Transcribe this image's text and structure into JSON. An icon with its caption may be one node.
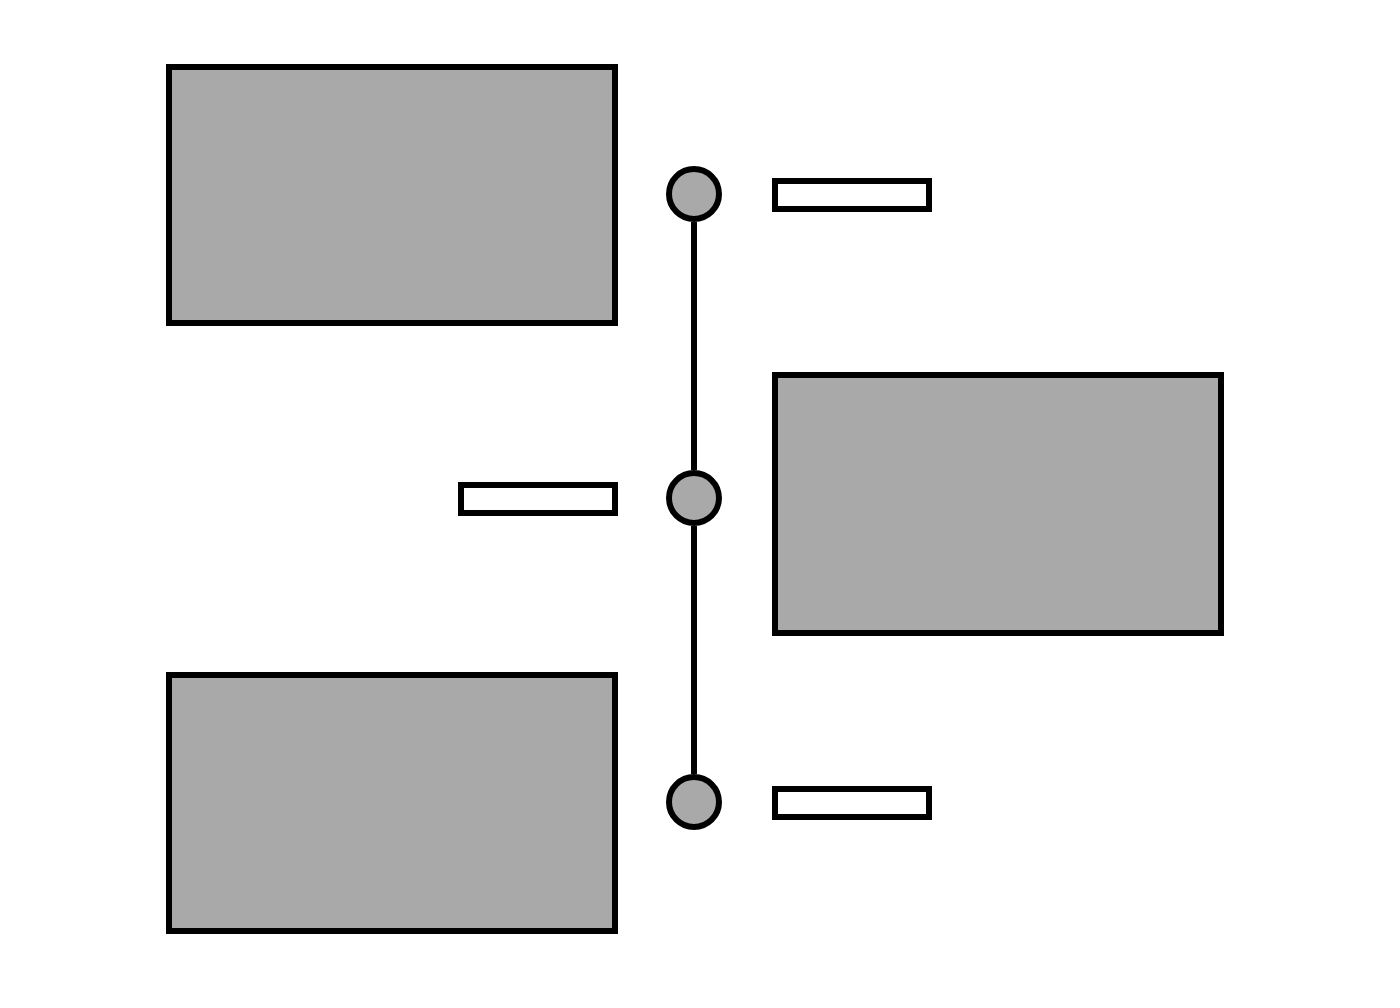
{
  "diagram": {
    "nodes": [
      {
        "text": [],
        "shape": "box"
      },
      {
        "text": [],
        "shape": "circle"
      },
      {
        "text": [],
        "shape": "bar"
      },
      {
        "text": [],
        "shape": "bar"
      },
      {
        "text": [],
        "shape": "circle"
      },
      {
        "text": [],
        "shape": "box"
      },
      {
        "text": [],
        "shape": "box"
      },
      {
        "text": [],
        "shape": "circle"
      },
      {
        "text": [],
        "shape": "bar"
      }
    ],
    "edges": [
      {
        "from": 1,
        "to": 4,
        "arrow": "none"
      },
      {
        "from": 4,
        "to": 7,
        "arrow": "none"
      }
    ]
  }
}
